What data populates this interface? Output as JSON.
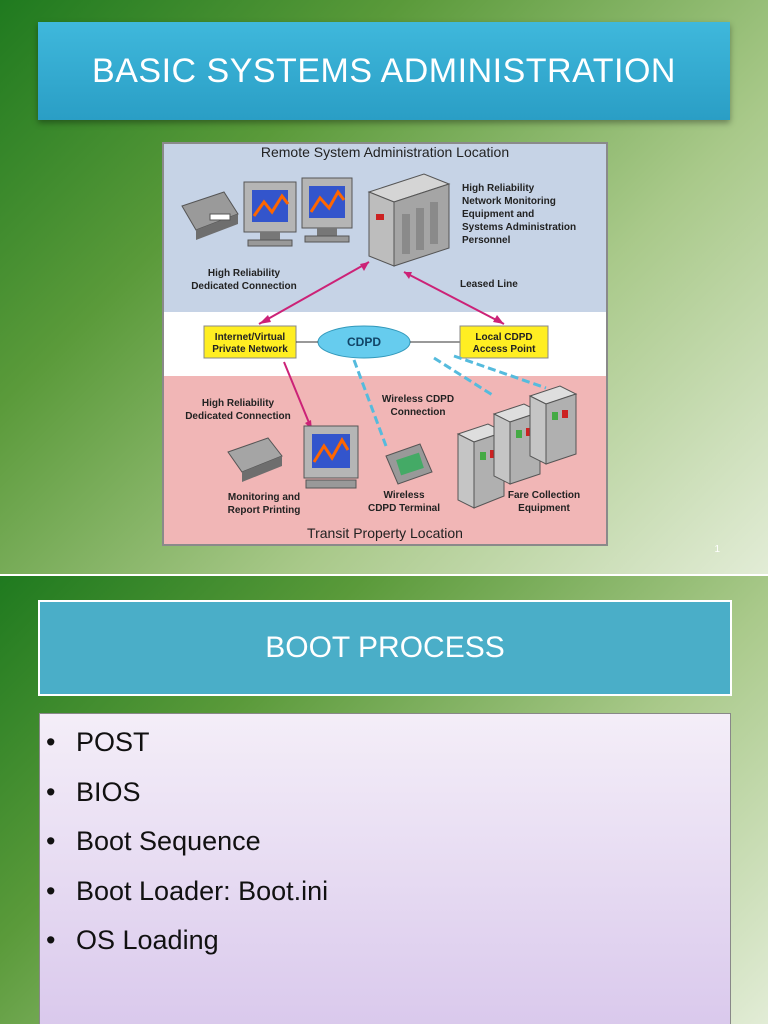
{
  "slide1": {
    "title": "BASIC SYSTEMS ADMINISTRATION",
    "slide_number": "1",
    "diagram": {
      "top_heading": "Remote System Administration Location",
      "bottom_heading": "Transit Property Location",
      "labels": {
        "high_reliability_equipment": [
          "High Reliability",
          "Network Monitoring",
          "Equipment and",
          "Systems Administration",
          "Personnel"
        ],
        "dedicated_connection_top": [
          "High Reliability",
          "Dedicated Connection"
        ],
        "leased_line": "Leased Line",
        "internet_vpn": [
          "Internet/Virtual",
          "Private Network"
        ],
        "cdpd": "CDPD",
        "local_cdpd": [
          "Local CDPD",
          "Access Point"
        ],
        "dedicated_connection_bottom": [
          "High Reliability",
          "Dedicated Connection"
        ],
        "wireless_cdpd_connection": [
          "Wireless CDPD",
          "Connection"
        ],
        "monitoring_printing": [
          "Monitoring and",
          "Report Printing"
        ],
        "wireless_terminal": [
          "Wireless",
          "CDPD Terminal"
        ],
        "fare_collection": [
          "Fare Collection",
          "Equipment"
        ]
      }
    }
  },
  "slide2": {
    "title": "BOOT PROCESS",
    "bullet_char": "•",
    "bullets": [
      "POST",
      "BIOS",
      "Boot Sequence",
      "Boot Loader: Boot.ini",
      "OS Loading"
    ]
  }
}
